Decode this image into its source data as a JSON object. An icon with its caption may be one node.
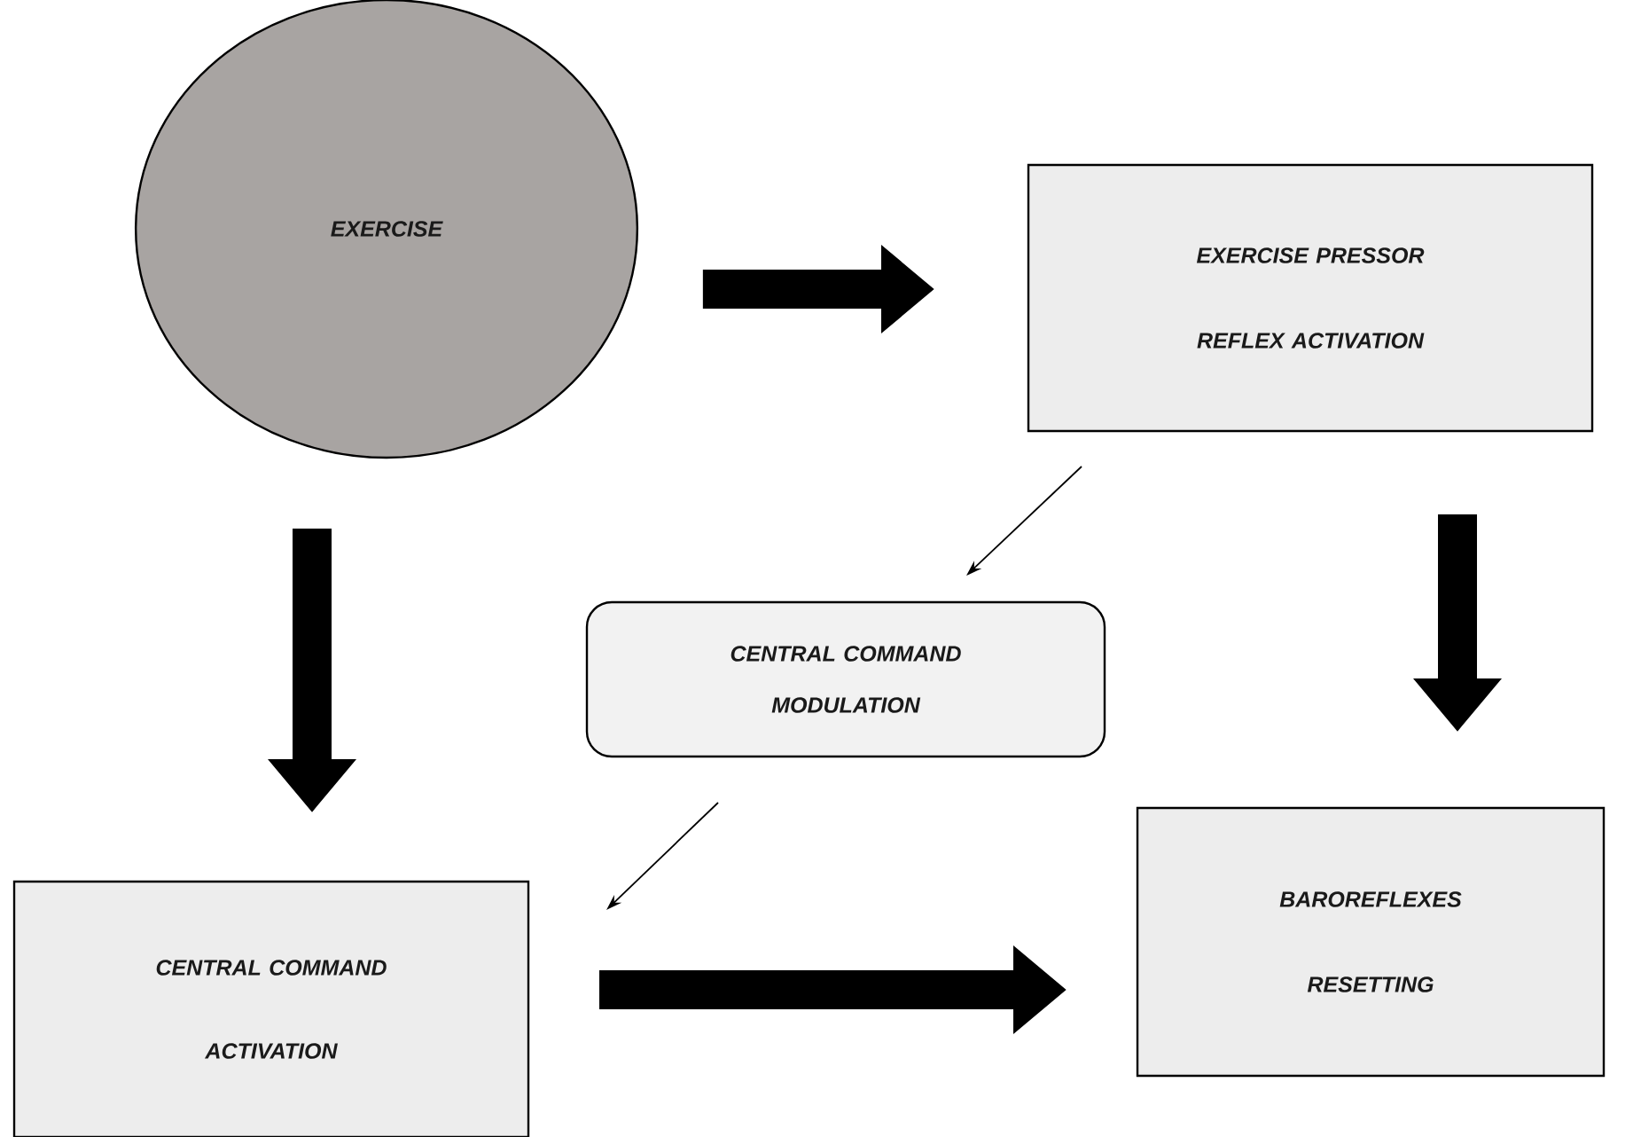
{
  "diagram": {
    "nodes": [
      {
        "text": [
          "EXERCISE"
        ]
      },
      {
        "text": [
          "EXERCISE PRESSOR REFLEX ACTIVATION"
        ]
      },
      {
        "text": [
          "CENTRAL COMMAND MODULATION"
        ]
      },
      {
        "text": [
          "CENTRAL COMMAND ACTIVATION"
        ]
      },
      {
        "text": [
          "BAROREFLEXES RESETTING"
        ]
      }
    ],
    "edges": [
      {
        "from": 0,
        "to": 1,
        "arrow": "to"
      },
      {
        "from": 1,
        "to": 2,
        "arrow": "to"
      },
      {
        "from": 1,
        "to": 4,
        "arrow": "to"
      },
      {
        "from": 0,
        "to": 3,
        "arrow": "to"
      },
      {
        "from": 2,
        "to": 3,
        "arrow": "to"
      },
      {
        "from": 3,
        "to": 4,
        "arrow": "to"
      }
    ]
  }
}
